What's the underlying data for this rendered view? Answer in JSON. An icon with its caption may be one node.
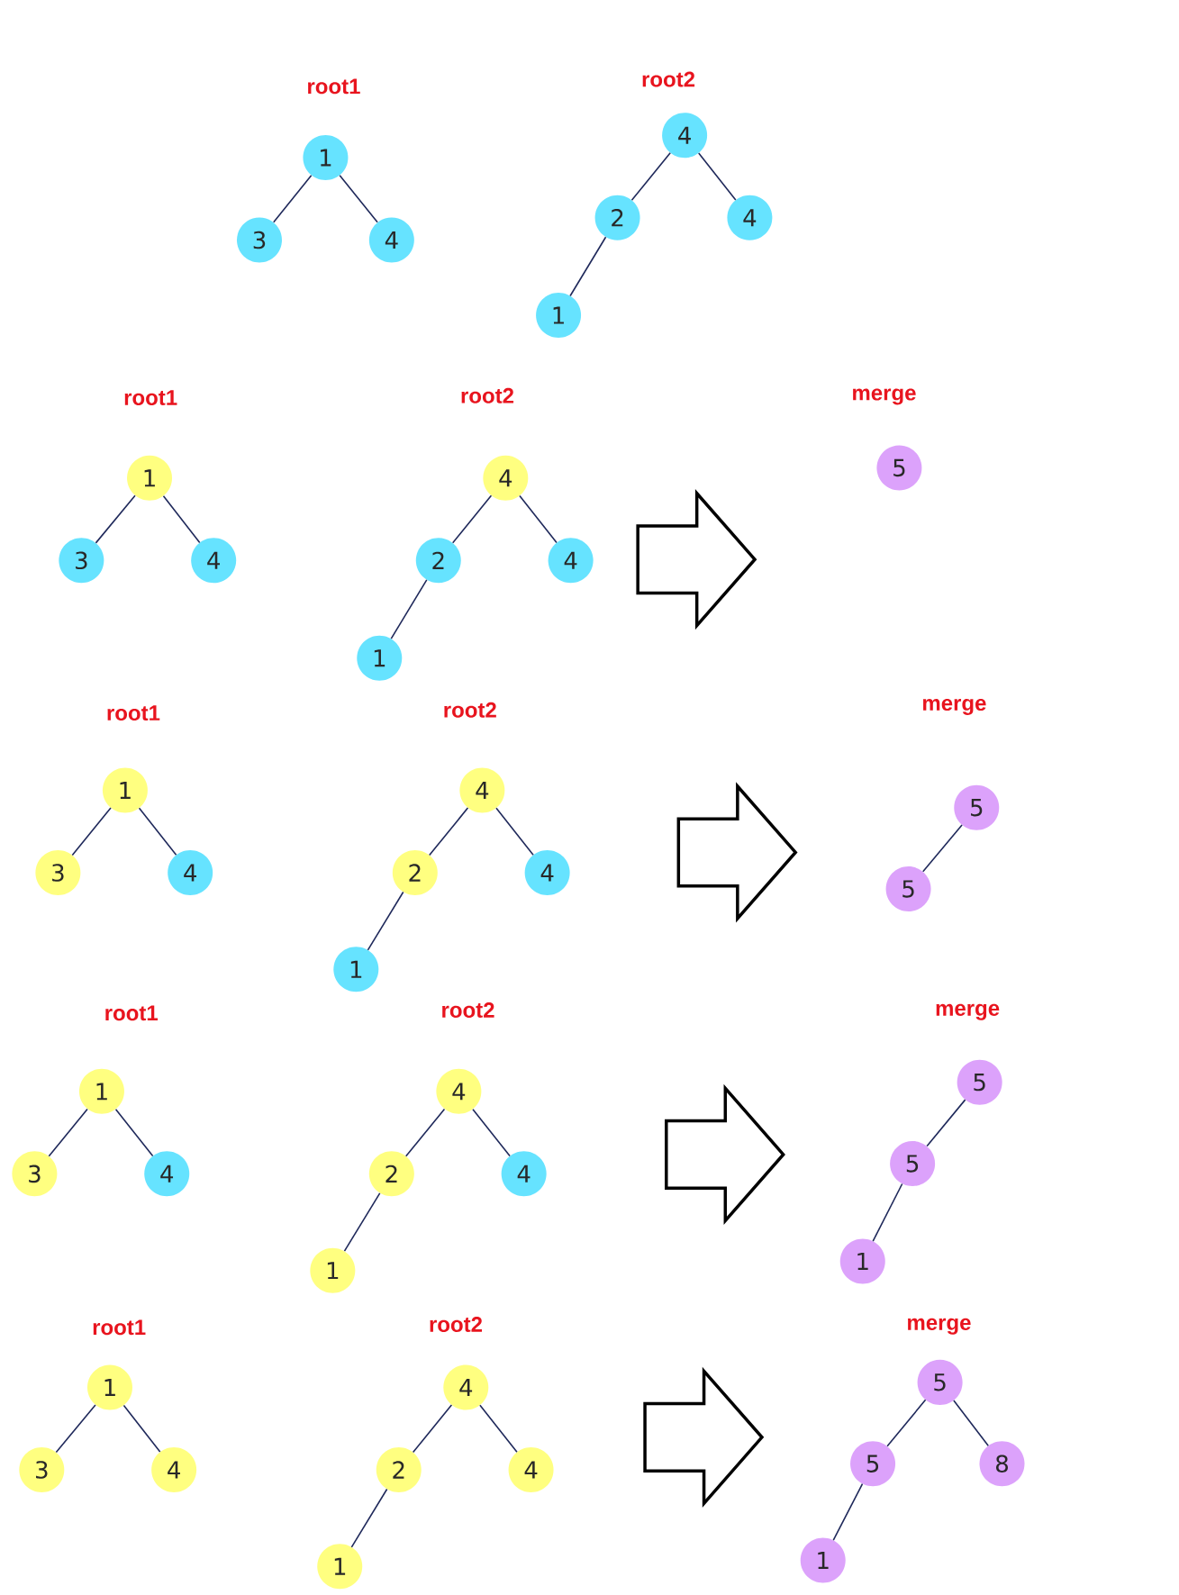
{
  "diagram": {
    "nodes": [
      {
        "text": [
          "1"
        ]
      },
      {
        "text": [
          "3"
        ]
      },
      {
        "text": [
          "4"
        ]
      },
      {
        "text": [
          "4"
        ]
      },
      {
        "text": [
          "2"
        ]
      },
      {
        "text": [
          "4"
        ]
      },
      {
        "text": [
          "1"
        ]
      },
      {
        "text": [
          "1"
        ]
      },
      {
        "text": [
          "3"
        ]
      },
      {
        "text": [
          "4"
        ]
      },
      {
        "text": [
          "4"
        ]
      },
      {
        "text": [
          "2"
        ]
      },
      {
        "text": [
          "4"
        ]
      },
      {
        "text": [
          "1"
        ]
      },
      {
        "text": [
          "5"
        ]
      },
      {
        "text": [
          "1"
        ]
      },
      {
        "text": [
          "3"
        ]
      },
      {
        "text": [
          "4"
        ]
      },
      {
        "text": [
          "4"
        ]
      },
      {
        "text": [
          "2"
        ]
      },
      {
        "text": [
          "4"
        ]
      },
      {
        "text": [
          "1"
        ]
      },
      {
        "text": [
          "5"
        ]
      },
      {
        "text": [
          "5"
        ]
      },
      {
        "text": [
          "1"
        ]
      },
      {
        "text": [
          "3"
        ]
      },
      {
        "text": [
          "4"
        ]
      },
      {
        "text": [
          "4"
        ]
      },
      {
        "text": [
          "2"
        ]
      },
      {
        "text": [
          "4"
        ]
      },
      {
        "text": [
          "1"
        ]
      },
      {
        "text": [
          "5"
        ]
      },
      {
        "text": [
          "5"
        ]
      },
      {
        "text": [
          "1"
        ]
      },
      {
        "text": [
          "1"
        ]
      },
      {
        "text": [
          "3"
        ]
      },
      {
        "text": [
          "4"
        ]
      },
      {
        "text": [
          "4"
        ]
      },
      {
        "text": [
          "2"
        ]
      },
      {
        "text": [
          "4"
        ]
      },
      {
        "text": [
          "1"
        ]
      },
      {
        "text": [
          "5"
        ]
      },
      {
        "text": [
          "5"
        ]
      },
      {
        "text": [
          "8"
        ]
      },
      {
        "text": [
          "1"
        ]
      }
    ],
    "edges": [
      {
        "from": 0,
        "to": 1,
        "arrow": "none"
      },
      {
        "from": 0,
        "to": 2,
        "arrow": "none"
      },
      {
        "from": 3,
        "to": 4,
        "arrow": "none"
      },
      {
        "from": 3,
        "to": 5,
        "arrow": "none"
      },
      {
        "from": 4,
        "to": 6,
        "arrow": "none"
      },
      {
        "from": 7,
        "to": 8,
        "arrow": "none"
      },
      {
        "from": 7,
        "to": 9,
        "arrow": "none"
      },
      {
        "from": 10,
        "to": 11,
        "arrow": "none"
      },
      {
        "from": 10,
        "to": 12,
        "arrow": "none"
      },
      {
        "from": 11,
        "to": 13,
        "arrow": "none"
      },
      {
        "from": 15,
        "to": 16,
        "arrow": "none"
      },
      {
        "from": 15,
        "to": 17,
        "arrow": "none"
      },
      {
        "from": 18,
        "to": 19,
        "arrow": "none"
      },
      {
        "from": 18,
        "to": 20,
        "arrow": "none"
      },
      {
        "from": 19,
        "to": 21,
        "arrow": "none"
      },
      {
        "from": 22,
        "to": 23,
        "arrow": "none"
      },
      {
        "from": 24,
        "to": 25,
        "arrow": "none"
      },
      {
        "from": 24,
        "to": 26,
        "arrow": "none"
      },
      {
        "from": 27,
        "to": 28,
        "arrow": "none"
      },
      {
        "from": 27,
        "to": 29,
        "arrow": "none"
      },
      {
        "from": 28,
        "to": 30,
        "arrow": "none"
      },
      {
        "from": 31,
        "to": 32,
        "arrow": "none"
      },
      {
        "from": 32,
        "to": 33,
        "arrow": "none"
      },
      {
        "from": 34,
        "to": 35,
        "arrow": "none"
      },
      {
        "from": 34,
        "to": 36,
        "arrow": "none"
      },
      {
        "from": 37,
        "to": 38,
        "arrow": "none"
      },
      {
        "from": 37,
        "to": 39,
        "arrow": "none"
      },
      {
        "from": 38,
        "to": 40,
        "arrow": "none"
      },
      {
        "from": 41,
        "to": 42,
        "arrow": "none"
      },
      {
        "from": 41,
        "to": 43,
        "arrow": "none"
      },
      {
        "from": 42,
        "to": 44,
        "arrow": "none"
      }
    ],
    "labels": [
      "root1",
      "root2",
      "root1",
      "root2",
      "merge",
      "root1",
      "root2",
      "merge",
      "root1",
      "root2",
      "merge",
      "root1",
      "root2",
      "merge"
    ]
  }
}
